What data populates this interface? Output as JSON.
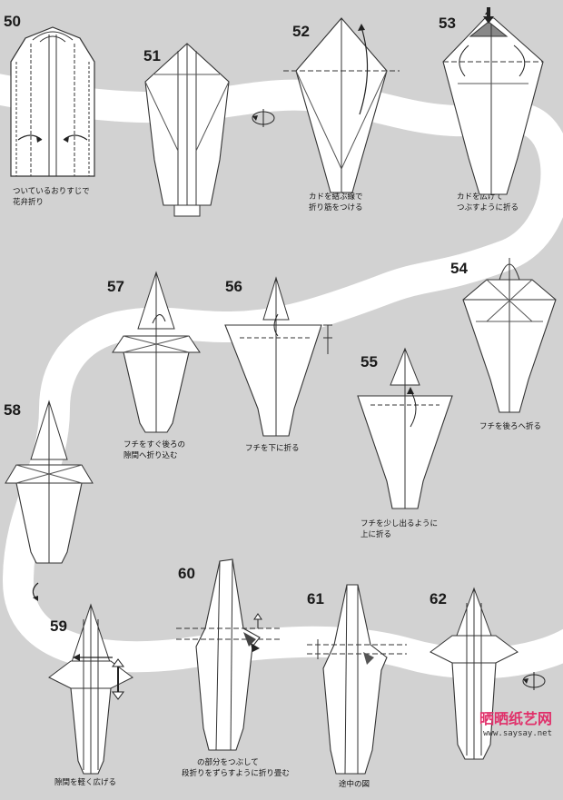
{
  "steps": [
    {
      "number": "50",
      "caption": "ついているおりすじで\n花弁折り"
    },
    {
      "number": "51",
      "caption": ""
    },
    {
      "number": "52",
      "caption": "カドを結ぶ線で\n折り筋をつける"
    },
    {
      "number": "53",
      "caption": "カドを広げて\nつぶすように折る"
    },
    {
      "number": "54",
      "caption": "フチを後ろへ折る"
    },
    {
      "number": "55",
      "caption": "フチを少し出るように\n上に折る"
    },
    {
      "number": "56",
      "caption": "フチを下に折る"
    },
    {
      "number": "57",
      "caption": "フチをすぐ後ろの\n隙間へ折り込む"
    },
    {
      "number": "58",
      "caption": ""
    },
    {
      "number": "59",
      "caption": "隙間を軽く広げる"
    },
    {
      "number": "60",
      "caption": "　　の部分をつぶして\n段折りをずらすように折り畳む"
    },
    {
      "number": "61",
      "caption": "途中の図"
    },
    {
      "number": "62",
      "caption": ""
    }
  ],
  "watermark": {
    "brand": "晒晒纸艺网",
    "url": "www.saysay.net"
  },
  "colors": {
    "paper": "#ffffff",
    "line": "#3a3a3a",
    "background": "#d2d2d2",
    "shade": "#888888",
    "brand": "#e0306a"
  }
}
